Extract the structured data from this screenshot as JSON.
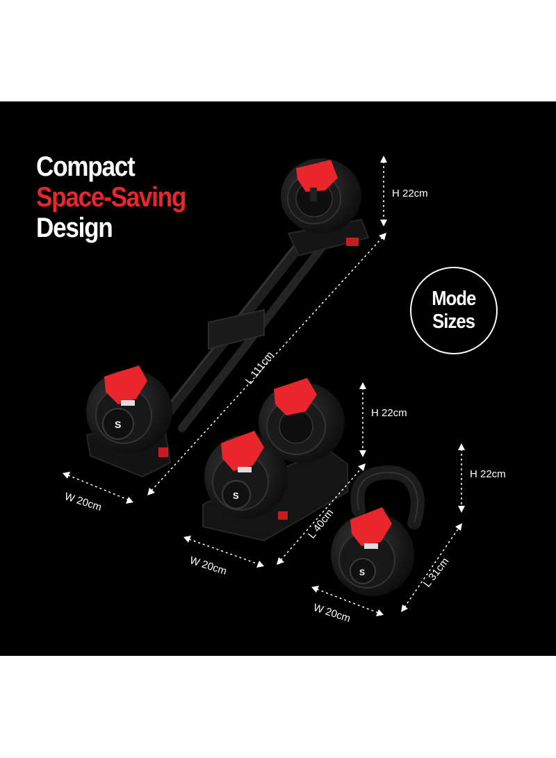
{
  "headline": {
    "line1": "Compact",
    "line2": "Space-Saving",
    "line3": "Design"
  },
  "badge": {
    "line1": "Mode",
    "line2": "Sizes"
  },
  "dimensions": {
    "barbell": {
      "height": "H 22cm",
      "length": "L 111cm",
      "width": "W 20cm"
    },
    "dumbbell": {
      "height": "H 22cm",
      "length": "L 40cm",
      "width": "W 20cm"
    },
    "kettlebell": {
      "height": "H 22cm",
      "length": "L 31cm",
      "width": "W 20cm"
    }
  },
  "colors": {
    "background": "#000000",
    "accent": "#e8262c",
    "text": "#ffffff"
  }
}
